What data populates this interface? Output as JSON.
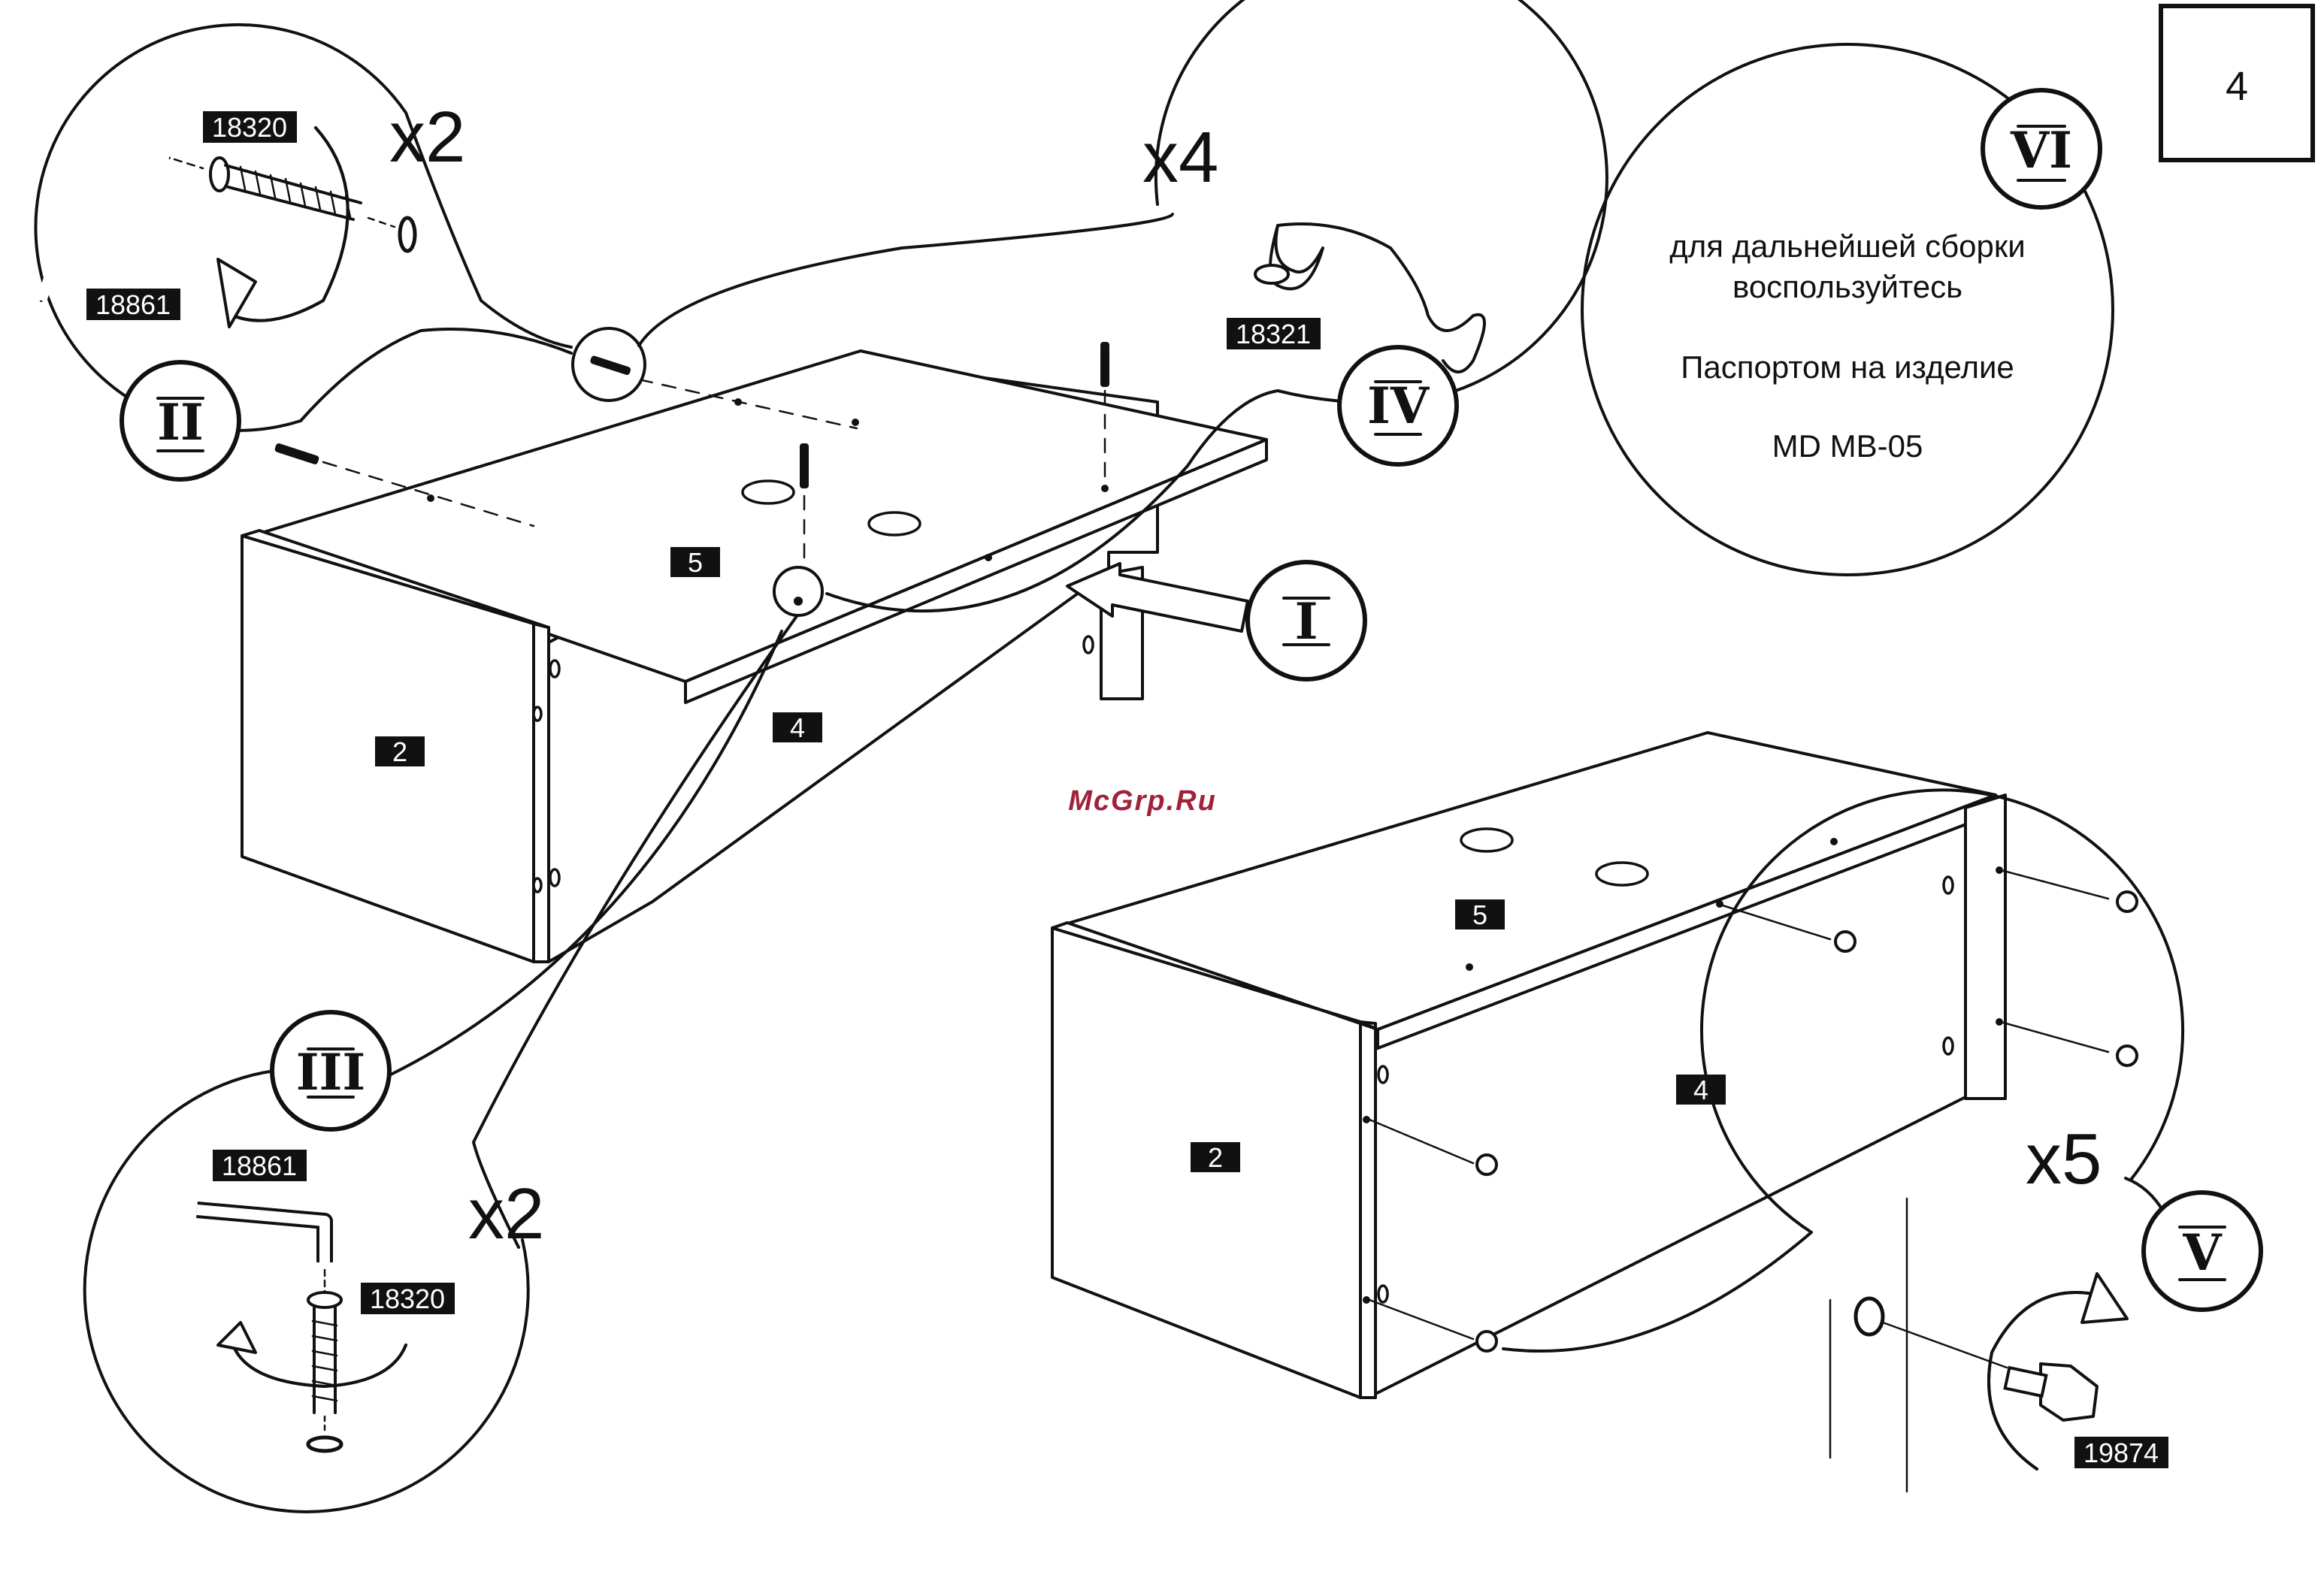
{
  "page_number": "4",
  "counts": {
    "step_2": "x2",
    "step_4": "x4",
    "step_3": "x2",
    "step_5": "x5"
  },
  "parts": {
    "p18320": "18320",
    "p18861": "18861",
    "p18321": "18321",
    "p19874": "19874"
  },
  "panels": {
    "p2": "2",
    "p4": "4",
    "p5": "5"
  },
  "steps": {
    "s1": "I",
    "s2": "II",
    "s3": "III",
    "s4": "IV",
    "s5": "V",
    "s6": "VI"
  },
  "note": {
    "line1": "для дальнейшей сборки",
    "line2": "воспользуйтесь",
    "line3": "Паспортом на изделие",
    "line4": "MD MB-05"
  },
  "watermark": "McGrp.Ru"
}
